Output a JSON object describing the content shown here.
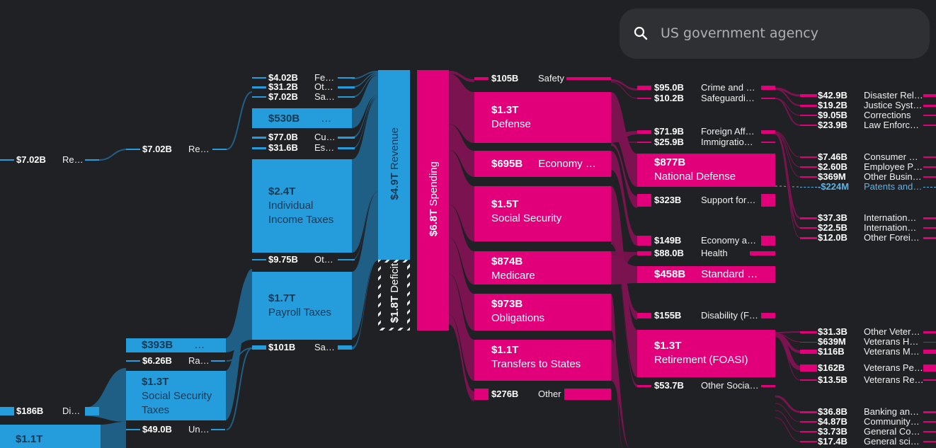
{
  "search": {
    "placeholder": "US government agency",
    "value": "",
    "icon": "search-icon"
  },
  "colors": {
    "background": "#202124",
    "revenue": "#259cdb",
    "spending": "#e2007a",
    "revenue_flow": "#1f5f85",
    "spending_flow": "#7a1350",
    "negative_text": "#5ab4ea"
  },
  "chart_data": {
    "type": "sankey",
    "title": "",
    "totals": {
      "revenue": "$4.9T",
      "spending": "$6.8T",
      "deficit": "$1.8T"
    },
    "center": {
      "revenue": {
        "value": "$4.9T",
        "label": "Revenue"
      },
      "deficit": {
        "value": "$1.8T",
        "label": "Deficit"
      },
      "spending": {
        "value": "$6.8T",
        "label": "Spending"
      }
    },
    "revenue_level0": [
      {
        "value": "$7.02B",
        "label": "Re…"
      },
      {
        "value": "$186B",
        "label": "Di…"
      },
      {
        "value": "$1.1T",
        "label": ""
      }
    ],
    "revenue_level1": [
      {
        "value": "$7.02B",
        "label": "Re…"
      },
      {
        "value": "$393B",
        "label": "…"
      },
      {
        "value": "$6.26B",
        "label": "Ra…"
      },
      {
        "value": "$1.3T",
        "label": "Social Security Taxes"
      },
      {
        "value": "$49.0B",
        "label": "Un…"
      }
    ],
    "revenue_level2": [
      {
        "value": "$4.02B",
        "label": "Fe…"
      },
      {
        "value": "$31.2B",
        "label": "Ot…"
      },
      {
        "value": "$7.02B",
        "label": "Sa…"
      },
      {
        "value": "$530B",
        "label": "…"
      },
      {
        "value": "$77.0B",
        "label": "Cu…"
      },
      {
        "value": "$31.6B",
        "label": "Es…"
      },
      {
        "value": "$2.4T",
        "label": "Individual Income Taxes"
      },
      {
        "value": "$9.75B",
        "label": "Ot…"
      },
      {
        "value": "$1.7T",
        "label": "Payroll Taxes"
      },
      {
        "value": "$101B",
        "label": "Sa…"
      }
    ],
    "spending_level1": [
      {
        "value": "$105B",
        "label": "Safety"
      },
      {
        "value": "$1.3T",
        "label": "Defense"
      },
      {
        "value": "$695B",
        "label": "Economy …"
      },
      {
        "value": "$1.5T",
        "label": "Social Security"
      },
      {
        "value": "$874B",
        "label": "Medicare"
      },
      {
        "value": "$973B",
        "label": "Obligations"
      },
      {
        "value": "$1.1T",
        "label": "Transfers to States"
      },
      {
        "value": "$276B",
        "label": "Other"
      }
    ],
    "spending_level2": [
      {
        "value": "$95.0B",
        "label": "Crime and …"
      },
      {
        "value": "$10.2B",
        "label": "Safeguardi…"
      },
      {
        "value": "$71.9B",
        "label": "Foreign Aff…"
      },
      {
        "value": "$25.9B",
        "label": "Immigratio…"
      },
      {
        "value": "$877B",
        "label": "National Defense"
      },
      {
        "value": "$323B",
        "label": "Support for…"
      },
      {
        "value": "$149B",
        "label": "Economy a…"
      },
      {
        "value": "$88.0B",
        "label": "Health"
      },
      {
        "value": "$458B",
        "label": "Standard …"
      },
      {
        "value": "$155B",
        "label": "Disability (F…"
      },
      {
        "value": "$1.3T",
        "label": "Retirement (FOASI)"
      },
      {
        "value": "$53.7B",
        "label": "Other Socia…"
      }
    ],
    "spending_level3": [
      {
        "value": "$42.9B",
        "label": "Disaster Rel…"
      },
      {
        "value": "$19.2B",
        "label": "Justice Syst…"
      },
      {
        "value": "$9.05B",
        "label": "Corrections"
      },
      {
        "value": "$23.9B",
        "label": "Law Enforc…"
      },
      {
        "value": "$7.46B",
        "label": "Consumer …"
      },
      {
        "value": "$2.60B",
        "label": "Employee P…"
      },
      {
        "value": "$369M",
        "label": "Other Busin…"
      },
      {
        "value": "-$224M",
        "label": "Patents and…",
        "negative": true
      },
      {
        "value": "$37.3B",
        "label": "Internation…"
      },
      {
        "value": "$22.5B",
        "label": "Internation…"
      },
      {
        "value": "$12.0B",
        "label": "Other Forei…"
      },
      {
        "value": "$31.3B",
        "label": "Other Veter…"
      },
      {
        "value": "$639M",
        "label": "Veterans H…"
      },
      {
        "value": "$116B",
        "label": "Veterans M…"
      },
      {
        "value": "$162B",
        "label": "Veterans Pe…"
      },
      {
        "value": "$13.5B",
        "label": "Veterans Re…"
      },
      {
        "value": "$36.8B",
        "label": "Banking an…"
      },
      {
        "value": "$4.87B",
        "label": "Community…"
      },
      {
        "value": "$3.73B",
        "label": "General Co…"
      },
      {
        "value": "$17.4B",
        "label": "General sci…"
      }
    ]
  }
}
